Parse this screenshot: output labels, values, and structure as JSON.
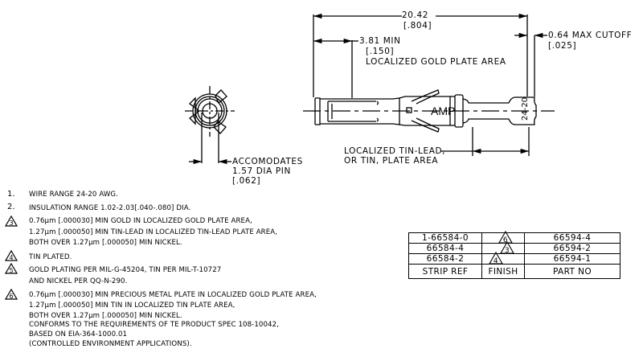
{
  "drawing": {
    "dimensions": {
      "overall_length": {
        "metric": "20.42",
        "inch": "[.804]"
      },
      "gold_min": {
        "metric": "3.81 MIN",
        "inch": "[.150]",
        "label": "LOCALIZED GOLD PLATE AREA"
      },
      "cutoff": {
        "metric": "0.64 MAX CUTOFF",
        "inch": "[.025]"
      },
      "tin_area": {
        "line1": "LOCALIZED TIN-LEAD,",
        "line2": "OR TIN, PLATE AREA"
      },
      "pin": {
        "line1": "ACCOMODATES",
        "line2": "1.57 DIA PIN",
        "line3": "[.062]"
      }
    },
    "part_marking": "AMP",
    "wire_marking": "24-20"
  },
  "notes": [
    {
      "marker": "1.",
      "lines": [
        "WIRE RANGE 24-20 AWG."
      ]
    },
    {
      "marker": "2.",
      "lines": [
        "INSULATION RANGE 1.02-2.03[.040-.080] DIA."
      ]
    },
    {
      "marker": "3",
      "lines": [
        "0.76µm [.000030] MIN GOLD IN LOCALIZED GOLD PLATE AREA,",
        "1.27µm [.000050] MIN TIN-LEAD IN LOCALIZED TIN-LEAD PLATE AREA,",
        "BOTH OVER 1.27µm [.000050] MIN NICKEL."
      ]
    },
    {
      "marker": "4",
      "lines": [
        "TIN PLATED."
      ]
    },
    {
      "marker": "5",
      "lines": [
        "GOLD PLATING PER MIL-G-45204, TIN PER MIL-T-10727",
        "AND NICKEL PER QQ-N-290."
      ]
    },
    {
      "marker": "6",
      "lines": [
        "0.76µm [.000030] MIN PRECIOUS METAL PLATE IN LOCALIZED GOLD PLATE AREA,",
        "1.27µm [.000050] MIN TIN IN LOCALIZED TIN PLATE AREA,",
        "BOTH OVER 1.27µm [.000050] MIN NICKEL.",
        "CONFORMS TO THE REQUIREMENTS OF TE PRODUCT SPEC 108-10042,",
        "BASED ON EIA-364-1000.01",
        "(CONTROLLED ENVIRONMENT APPLICATIONS)."
      ]
    }
  ],
  "parts_table": {
    "headers": [
      "STRIP REF",
      "FINISH",
      "PART NO"
    ],
    "rows": [
      {
        "strip_ref": "1-66584-0",
        "finish": "6",
        "part_no": "66594-4"
      },
      {
        "strip_ref": "66584-4",
        "finish": "3",
        "part_no": "66594-2"
      },
      {
        "strip_ref": "66584-2",
        "finish": "4",
        "part_no": "66594-1"
      }
    ]
  }
}
